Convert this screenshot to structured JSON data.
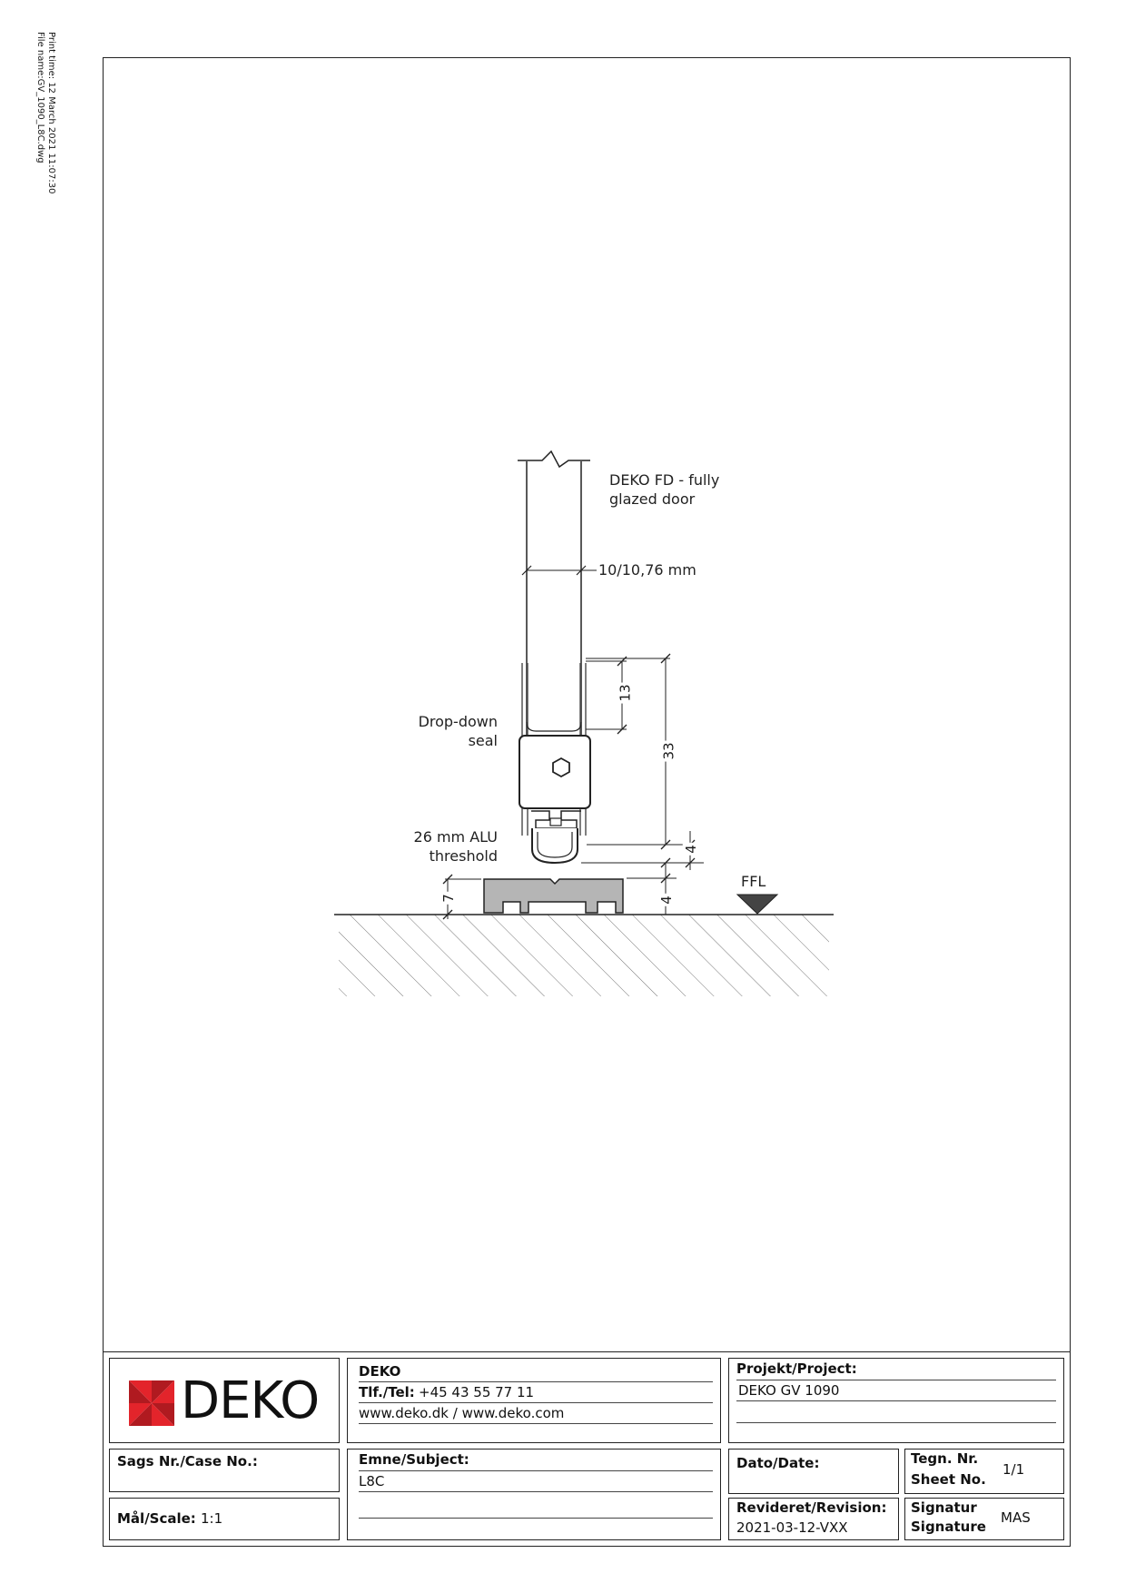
{
  "print_info": {
    "print_time": "Print time: 12 March 2021 11:07:30",
    "file_name": "File name:GV_1090_L8C.dwg"
  },
  "drawing": {
    "door_label_line1": "DEKO FD - fully",
    "door_label_line2": "glazed door",
    "glass_thickness": "10/10,76 mm",
    "seal_label_line1": "Drop-down",
    "seal_label_line2": "seal",
    "threshold_label_line1": "26 mm ALU",
    "threshold_label_line2": "threshold",
    "ffl_label": "FFL",
    "dim_13": "13",
    "dim_33": "33",
    "dim_4_upper": "4",
    "dim_4_lower": "4",
    "dim_7": "7"
  },
  "title_block": {
    "company": "DEKO",
    "logo_text": "DEKO",
    "tel_label": "Tlf./Tel:",
    "tel_value": "+45 43 55 77 11",
    "website": "www.deko.dk / www.deko.com",
    "project_label": "Projekt/Project:",
    "project_value": "DEKO GV 1090",
    "case_label": "Sags Nr./Case No.:",
    "subject_label": "Emne/Subject:",
    "subject_value": "L8C",
    "date_label": "Dato/Date:",
    "sheet_label_1": "Tegn. Nr.",
    "sheet_label_2": "Sheet No.",
    "sheet_value": "1/1",
    "scale_label": "Mål/Scale:",
    "scale_value": "1:1",
    "revision_label": "Revideret/Revision:",
    "revision_value": "2021-03-12-VXX",
    "signature_label_1": "Signatur",
    "signature_label_2": "Signature",
    "signature_value": "MAS"
  },
  "colors": {
    "line": "#222222",
    "threshold_fill": "#b5b5b5",
    "glass_fill": "#ffffff",
    "logo_red": "#e3242b"
  }
}
